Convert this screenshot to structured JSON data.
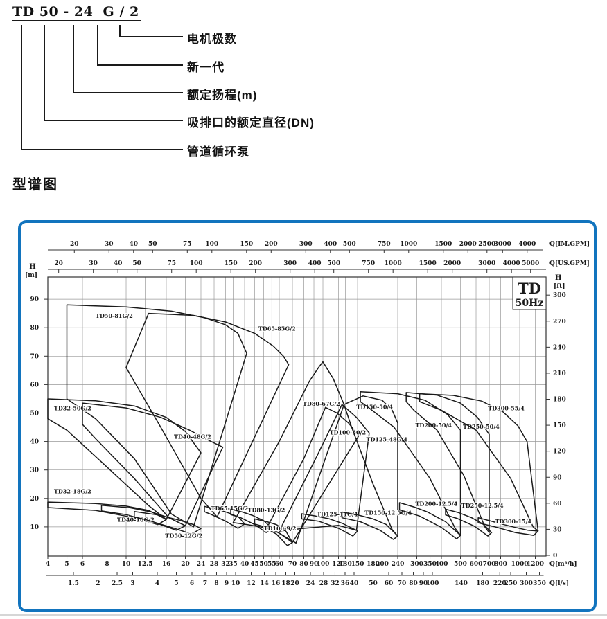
{
  "header": {
    "code_tokens": [
      "TD",
      "50",
      "-",
      "24",
      "G",
      "/",
      "2"
    ],
    "annotations": [
      "电机极数",
      "新一代",
      "额定扬程(m)",
      "吸排口的额定直径(DN)",
      "管道循环泵"
    ]
  },
  "section_title": "型谱图",
  "colors": {
    "frame_blue": "#1274be",
    "curve_line": "#1a1a1a",
    "grid": "#999999"
  },
  "chart_data": {
    "type": "pump-family-envelope",
    "title": "TD 50Hz type spectrum chart",
    "corner_label": {
      "line1": "TD",
      "line2": "50Hz"
    },
    "grid": true,
    "xscale": "log",
    "xlim_m3h": [
      4,
      1320
    ],
    "ylim_m": [
      0,
      98
    ],
    "axes": {
      "flow_imgpm": {
        "unit": "Q[IM.GPM]",
        "ticks": [
          20,
          30,
          40,
          50,
          75,
          100,
          150,
          200,
          300,
          400,
          500,
          750,
          1000,
          1500,
          2000,
          2500,
          3000,
          4000
        ]
      },
      "flow_usgpm": {
        "unit": "Q[US.GPM]",
        "ticks": [
          20,
          30,
          40,
          50,
          75,
          100,
          150,
          200,
          300,
          400,
          500,
          750,
          1000,
          1500,
          2000,
          3000,
          4000,
          5000
        ]
      },
      "flow_m3h": {
        "unit": "Q[m³/h]",
        "ticks": [
          4,
          5,
          6,
          8,
          10,
          12.5,
          16,
          20,
          24,
          28,
          32,
          35,
          40,
          45,
          50,
          55,
          60,
          70,
          80,
          90,
          100,
          120,
          130,
          150,
          180,
          200,
          240,
          300,
          350,
          400,
          500,
          600,
          700,
          800,
          1000,
          1200
        ]
      },
      "flow_ls": {
        "unit": "Q[l/s]",
        "ticks": [
          1.5,
          2,
          2.5,
          3,
          4,
          5,
          6,
          7,
          8,
          9,
          10,
          12,
          14,
          16,
          18,
          20,
          24,
          28,
          32,
          36,
          40,
          50,
          60,
          70,
          80,
          90,
          100,
          140,
          180,
          220,
          250,
          300,
          350
        ]
      },
      "head_m": {
        "name": "H",
        "unit": "[m]",
        "ticks": [
          10,
          20,
          30,
          40,
          50,
          60,
          70,
          80,
          90
        ]
      },
      "head_ft": {
        "name": "H",
        "unit": "[ft]",
        "ticks": [
          0,
          30,
          60,
          90,
          120,
          150,
          180,
          210,
          240,
          270,
          300
        ]
      }
    },
    "regions": [
      {
        "label": "TD50-81G/2",
        "label_at": [
          7,
          83.5
        ],
        "points": [
          [
            5,
            55
          ],
          [
            5,
            88
          ],
          [
            10,
            87.3
          ],
          [
            17,
            85.8
          ],
          [
            25,
            83.5
          ],
          [
            32,
            81
          ],
          [
            37,
            78
          ],
          [
            41,
            71
          ],
          [
            22,
            10
          ],
          [
            17,
            14.5
          ],
          [
            11,
            34
          ],
          [
            7,
            48
          ]
        ]
      },
      {
        "label": "TD65-85G/2",
        "label_at": [
          47,
          79
        ],
        "points": [
          [
            10,
            66
          ],
          [
            13,
            85
          ],
          [
            22,
            84.3
          ],
          [
            32,
            82
          ],
          [
            45,
            78
          ],
          [
            56,
            73.5
          ],
          [
            63,
            70
          ],
          [
            67,
            67
          ],
          [
            29,
            13.5
          ],
          [
            24,
            20
          ],
          [
            15,
            45
          ]
        ]
      },
      {
        "label": "TD32-50G/2",
        "label_at": [
          4.3,
          51
        ],
        "points": [
          [
            4,
            48
          ],
          [
            4,
            55
          ],
          [
            7,
            54.3
          ],
          [
            11,
            52.5
          ],
          [
            16,
            48.5
          ],
          [
            20,
            43.5
          ],
          [
            24,
            36
          ],
          [
            16,
            12.6
          ],
          [
            13,
            17.5
          ],
          [
            8,
            31
          ],
          [
            5,
            44
          ]
        ]
      },
      {
        "label": "TD40-48G/2",
        "label_at": [
          17.5,
          41
        ],
        "points": [
          [
            6,
            46
          ],
          [
            6,
            53.5
          ],
          [
            10,
            51.8
          ],
          [
            15,
            48.5
          ],
          [
            21,
            44
          ],
          [
            27,
            40
          ],
          [
            31,
            38
          ],
          [
            20,
            10.4
          ],
          [
            16.5,
            13.2
          ],
          [
            11,
            27
          ],
          [
            7,
            41
          ]
        ]
      },
      {
        "label": "TD80-67G/2",
        "label_at": [
          79,
          52.5
        ],
        "points": [
          [
            35,
            11.5
          ],
          [
            60,
            40
          ],
          [
            85,
            61
          ],
          [
            95,
            66
          ],
          [
            100,
            68
          ],
          [
            113,
            62
          ],
          [
            128,
            53
          ],
          [
            73,
            4.3
          ],
          [
            55,
            9.3
          ],
          [
            42,
            10.7
          ]
        ]
      },
      {
        "label": "TD100-50/2",
        "label_at": [
          108,
          42.5
        ],
        "points": [
          [
            52,
            9.8
          ],
          [
            80,
            34
          ],
          [
            103,
            52
          ],
          [
            118,
            50
          ],
          [
            135,
            46.5
          ],
          [
            152,
            42
          ],
          [
            70,
            4.5
          ],
          [
            60,
            7.8
          ]
        ]
      },
      {
        "label": "TD125-48G/4",
        "label_at": [
          166,
          40
        ],
        "points": [
          [
            60,
            8.5
          ],
          [
            95,
            36
          ],
          [
            125,
            53
          ],
          [
            148,
            48.5
          ],
          [
            172,
            43
          ],
          [
            148,
            8.8
          ],
          [
            120,
            10.5
          ],
          [
            80,
            9.5
          ]
        ]
      },
      {
        "label": "TD150-50/4",
        "label_at": [
          148,
          51.5
        ],
        "points": [
          [
            128,
            53
          ],
          [
            160,
            56
          ],
          [
            200,
            54.5
          ],
          [
            225,
            51
          ],
          [
            240,
            46.5
          ],
          [
            240,
            6.8
          ],
          [
            225,
            9
          ],
          [
            180,
            25
          ],
          [
            140,
            45
          ]
        ]
      },
      {
        "label": "TD200-50/4",
        "label_at": [
          295,
          45
        ],
        "points": [
          [
            155,
            54
          ],
          [
            155,
            57.5
          ],
          [
            240,
            56.8
          ],
          [
            330,
            54.5
          ],
          [
            430,
            49.5
          ],
          [
            500,
            44
          ],
          [
            500,
            7
          ],
          [
            470,
            9.5
          ],
          [
            350,
            27
          ],
          [
            230,
            45
          ],
          [
            170,
            52
          ]
        ]
      },
      {
        "label": "TD250-50/4",
        "label_at": [
          515,
          44.5
        ],
        "points": [
          [
            265,
            54
          ],
          [
            265,
            57.2
          ],
          [
            380,
            56.3
          ],
          [
            500,
            53.5
          ],
          [
            610,
            48.5
          ],
          [
            700,
            42.5
          ],
          [
            700,
            8
          ],
          [
            665,
            10
          ],
          [
            520,
            28
          ],
          [
            380,
            44
          ],
          [
            290,
            51
          ]
        ]
      },
      {
        "label": "TD300-55/4",
        "label_at": [
          690,
          51
        ],
        "points": [
          [
            310,
            54
          ],
          [
            310,
            56.8
          ],
          [
            460,
            56.2
          ],
          [
            640,
            54.2
          ],
          [
            820,
            50.5
          ],
          [
            980,
            45.5
          ],
          [
            1090,
            40
          ],
          [
            1240,
            8.6
          ],
          [
            1170,
            10
          ],
          [
            900,
            27
          ],
          [
            600,
            44
          ],
          [
            400,
            51
          ]
        ]
      },
      {
        "label": "TD32-18G/2",
        "label_at": [
          4.3,
          21.8
        ],
        "points": [
          [
            4,
            16.8
          ],
          [
            4,
            18.7
          ],
          [
            7,
            18.2
          ],
          [
            10,
            17.3
          ],
          [
            13,
            15.8
          ],
          [
            16,
            12.6
          ],
          [
            14.5,
            10.8
          ],
          [
            11,
            13.2
          ],
          [
            7,
            15.8
          ]
        ]
      },
      {
        "label": "TD40-16G/2",
        "label_at": [
          9,
          11.8
        ],
        "points": [
          [
            7.5,
            15.6
          ],
          [
            7.5,
            17.6
          ],
          [
            10.5,
            16.7
          ],
          [
            13.5,
            15.2
          ],
          [
            16.5,
            13.2
          ],
          [
            20,
            10.4
          ],
          [
            18,
            8.8
          ],
          [
            14,
            11.5
          ],
          [
            10,
            14.3
          ]
        ]
      },
      {
        "label": "TD50-12G/2",
        "label_at": [
          15.8,
          6.2
        ],
        "points": [
          [
            11,
            13.5
          ],
          [
            11,
            15.4
          ],
          [
            14.5,
            14.2
          ],
          [
            18.5,
            12.4
          ],
          [
            22,
            10.8
          ],
          [
            24,
            9.4
          ],
          [
            21.5,
            7.5
          ],
          [
            17,
            9.8
          ],
          [
            12.5,
            12.6
          ]
        ]
      },
      {
        "label": "TD65-15G/2",
        "label_at": [
          27,
          15.8
        ],
        "points": [
          [
            25,
            15.3
          ],
          [
            25,
            17.2
          ],
          [
            29,
            16.2
          ],
          [
            33.5,
            14.8
          ],
          [
            37.5,
            13.3
          ],
          [
            40,
            11
          ],
          [
            37,
            9.5
          ],
          [
            32,
            12
          ],
          [
            27,
            14.4
          ]
        ]
      },
      {
        "label": "TD80-13G/2",
        "label_at": [
          41.5,
          15.2
        ],
        "points": [
          [
            34,
            14.3
          ],
          [
            34,
            16.2
          ],
          [
            39,
            15.2
          ],
          [
            44,
            14
          ],
          [
            50,
            12.2
          ],
          [
            55,
            9.5
          ],
          [
            51.5,
            8
          ],
          [
            45,
            10.8
          ],
          [
            38,
            13.3
          ]
        ]
      },
      {
        "label": "TD100-9/2",
        "label_at": [
          50,
          8.8
        ],
        "points": [
          [
            45,
            11
          ],
          [
            45,
            12.8
          ],
          [
            52,
            11.8
          ],
          [
            58,
            10.8
          ],
          [
            64,
            9.2
          ],
          [
            70,
            4.5
          ],
          [
            66,
            3.4
          ],
          [
            58,
            7.5
          ],
          [
            49,
            10.3
          ]
        ]
      },
      {
        "label": "TD125-11G/4",
        "label_at": [
          93,
          13.8
        ],
        "points": [
          [
            78,
            12.8
          ],
          [
            78,
            14.6
          ],
          [
            92,
            13.8
          ],
          [
            108,
            12.8
          ],
          [
            126,
            11.2
          ],
          [
            150,
            8.6
          ],
          [
            142,
            6.8
          ],
          [
            120,
            9.5
          ],
          [
            95,
            12
          ]
        ]
      },
      {
        "label": "TD150-12.5G/4",
        "label_at": [
          163,
          14.2
        ],
        "points": [
          [
            125,
            13.2
          ],
          [
            125,
            15.2
          ],
          [
            150,
            14.2
          ],
          [
            180,
            12.8
          ],
          [
            210,
            10.8
          ],
          [
            240,
            6.8
          ],
          [
            228,
            5.6
          ],
          [
            195,
            8.8
          ],
          [
            155,
            11.8
          ]
        ]
      },
      {
        "label": "TD200-12.5/4",
        "label_at": [
          295,
          17.4
        ],
        "points": [
          [
            245,
            16
          ],
          [
            245,
            18.5
          ],
          [
            290,
            17
          ],
          [
            340,
            15.2
          ],
          [
            420,
            11.8
          ],
          [
            500,
            7
          ],
          [
            478,
            5.8
          ],
          [
            400,
            9.8
          ],
          [
            310,
            13.8
          ]
        ]
      },
      {
        "label": "TD250-12.5/4",
        "label_at": [
          505,
          16.8
        ],
        "points": [
          [
            420,
            14.2
          ],
          [
            420,
            16.2
          ],
          [
            490,
            15
          ],
          [
            570,
            13.2
          ],
          [
            650,
            11
          ],
          [
            720,
            8
          ],
          [
            690,
            6.8
          ],
          [
            590,
            10.2
          ],
          [
            480,
            13
          ]
        ]
      },
      {
        "label": "TD300-15/4",
        "label_at": [
          750,
          11.2
        ],
        "points": [
          [
            615,
            11.4
          ],
          [
            615,
            13.2
          ],
          [
            700,
            12.2
          ],
          [
            810,
            11
          ],
          [
            950,
            9.8
          ],
          [
            1100,
            8.8
          ],
          [
            1240,
            8.6
          ],
          [
            1180,
            7
          ],
          [
            950,
            8
          ],
          [
            750,
            10
          ]
        ]
      }
    ]
  }
}
